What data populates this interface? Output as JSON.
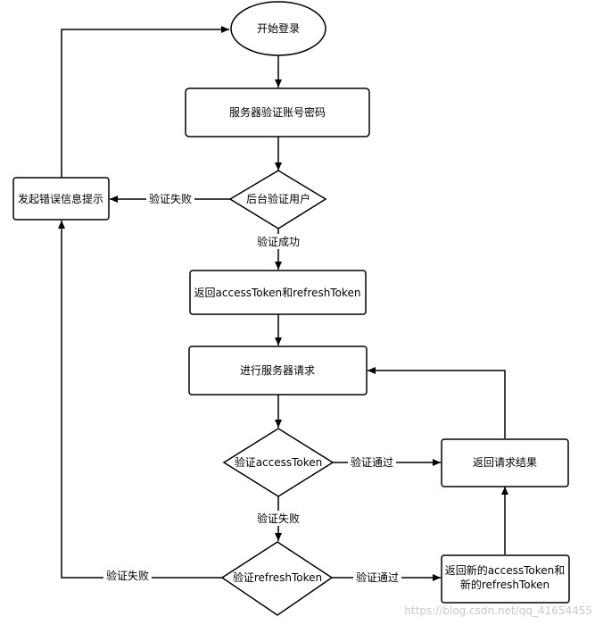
{
  "nodes": {
    "start": "开始登录",
    "server_verify": "服务器验证账号密码",
    "backend_verify": "后台验证用户",
    "error_prompt": "发起错误信息提示",
    "return_tokens": "返回accessToken和refreshToken",
    "server_request": "进行服务器请求",
    "verify_access": "验证accessToken",
    "return_result": "返回请求结果",
    "verify_refresh": "验证refreshToken",
    "return_new_line1": "返回新的accessToken和",
    "return_new_line2": "新的refreshToken"
  },
  "edges": {
    "fail_1": "验证失败",
    "success_1": "验证成功",
    "pass_1": "验证通过",
    "fail_2": "验证失败",
    "pass_2": "验证通过",
    "fail_3": "验证失败"
  },
  "watermark": "https://blog.csdn.net/qq_41654455"
}
